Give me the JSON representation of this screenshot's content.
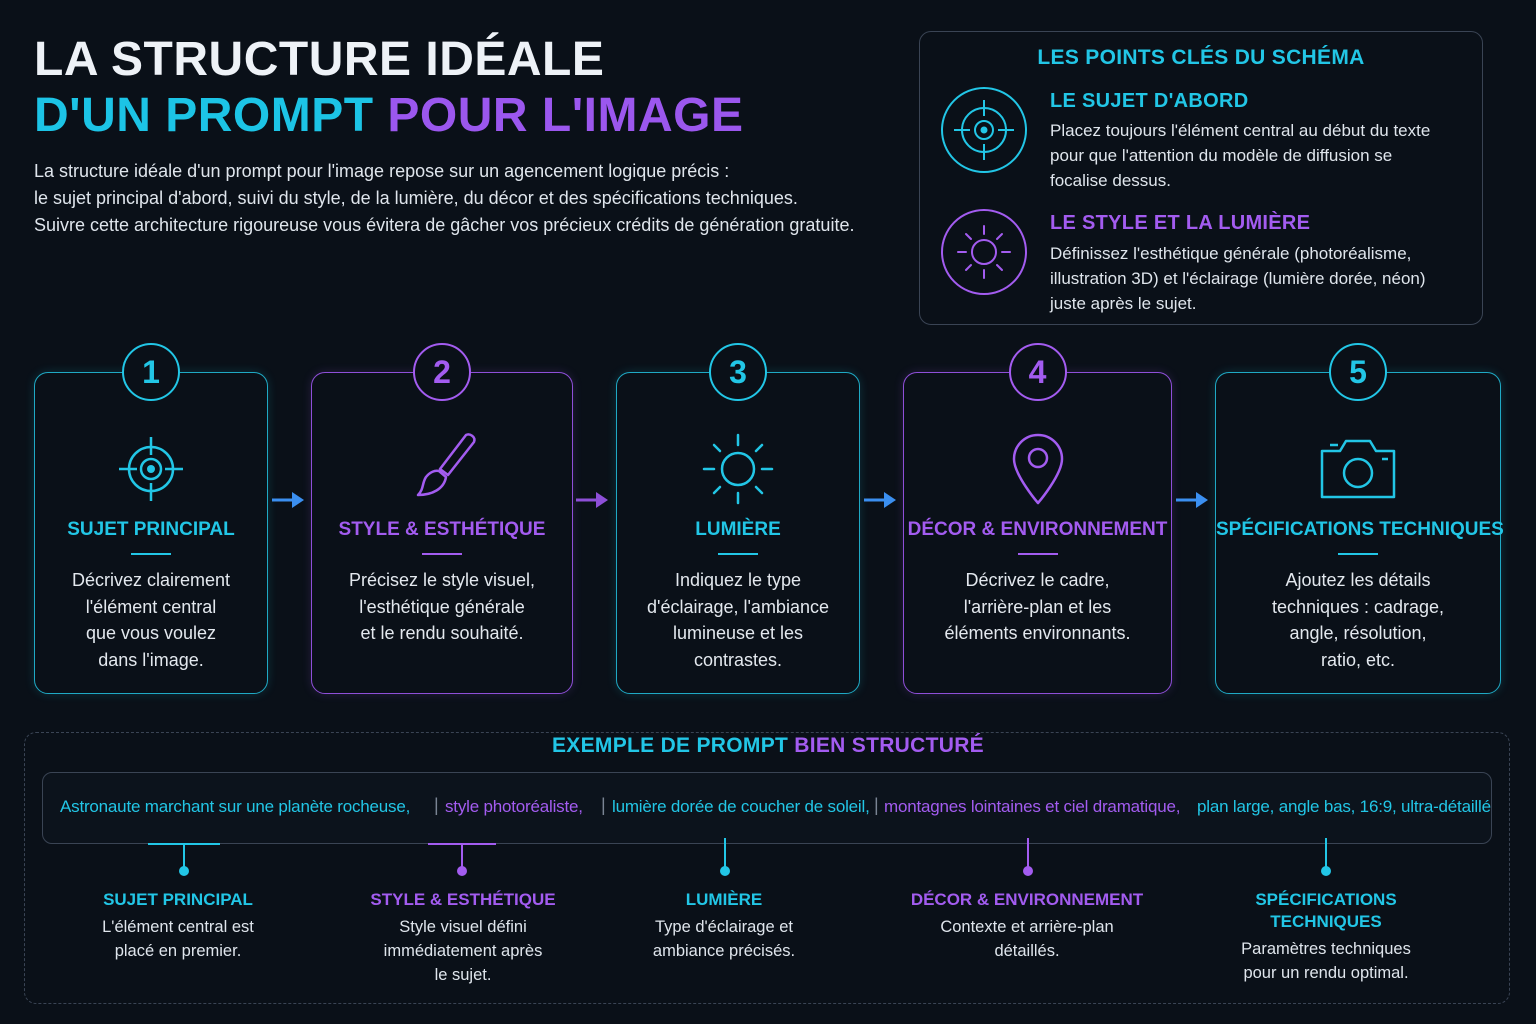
{
  "title": {
    "line1": "LA STRUCTURE IDÉALE",
    "line2a": "D'UN PROMPT",
    "line2b": " POUR L'IMAGE"
  },
  "intro": [
    "La structure idéale d'un prompt pour l'image repose sur un agencement logique précis :",
    "le sujet principal d'abord, suivi du style, de la lumière, du décor et des spécifications techniques.",
    "Suivre cette architecture rigoureuse vous évitera de gâcher vos précieux crédits de génération gratuite."
  ],
  "key_points": {
    "title": "LES POINTS CLÉS DU SCHÉMA",
    "items": [
      {
        "icon": "target-icon",
        "heading": "LE SUJET D'ABORD",
        "lines": [
          "Placez toujours l'élément central au début du texte",
          "pour que l'attention du modèle de diffusion se",
          "focalise dessus."
        ]
      },
      {
        "icon": "sun-icon",
        "heading": "LE STYLE ET LA LUMIÈRE",
        "lines": [
          "Définissez l'esthétique générale (photoréalisme,",
          "illustration 3D) et l'éclairage (lumière dorée, néon)",
          "juste après le sujet."
        ]
      }
    ]
  },
  "steps": [
    {
      "num": "1",
      "icon": "target-icon",
      "title": "SUJET PRINCIPAL",
      "lines": [
        "Décrivez clairement",
        "l'élément central",
        "que vous voulez",
        "dans l'image."
      ]
    },
    {
      "num": "2",
      "icon": "paintbrush-icon",
      "title": "STYLE & ESTHÉTIQUE",
      "lines": [
        "Précisez le style visuel,",
        "l'esthétique générale",
        "et le rendu souhaité."
      ]
    },
    {
      "num": "3",
      "icon": "sun-icon",
      "title": "LUMIÈRE",
      "lines": [
        "Indiquez le type",
        "d'éclairage, l'ambiance",
        "lumineuse et les",
        "contrastes."
      ]
    },
    {
      "num": "4",
      "icon": "location-pin-icon",
      "title": "DÉCOR & ENVIRONNEMENT",
      "lines": [
        "Décrivez le cadre,",
        "l'arrière-plan et les",
        "éléments environnants."
      ]
    },
    {
      "num": "5",
      "icon": "camera-icon",
      "title": "SPÉCIFICATIONS TECHNIQUES",
      "lines": [
        "Ajoutez les détails",
        "techniques : cadrage,",
        "angle, résolution,",
        "ratio, etc."
      ]
    }
  ],
  "example": {
    "title_a": "EXEMPLE DE PROMPT",
    "title_b": " BIEN STRUCTURÉ",
    "segments": [
      "Astronaute marchant sur une planète rocheuse,",
      "style photoréaliste,",
      "lumière dorée de coucher de soleil,",
      "montagnes lointaines et ciel dramatique,",
      "plan large, angle bas, 16:9, ultra-détaillé"
    ],
    "separator": "|",
    "labels": [
      {
        "heading": [
          "SUJET PRINCIPAL"
        ],
        "lines": [
          "L'élément central est",
          "placé en premier."
        ]
      },
      {
        "heading": [
          "STYLE & ESTHÉTIQUE"
        ],
        "lines": [
          "Style visuel défini",
          "immédiatement après",
          "le sujet."
        ]
      },
      {
        "heading": [
          "LUMIÈRE"
        ],
        "lines": [
          "Type d'éclairage et",
          "ambiance précisés."
        ]
      },
      {
        "heading": [
          "DÉCOR & ENVIRONNEMENT"
        ],
        "lines": [
          "Contexte et arrière-plan",
          "détaillés."
        ]
      },
      {
        "heading": [
          "SPÉCIFICATIONS",
          "TECHNIQUES"
        ],
        "lines": [
          "Paramètres techniques",
          "pour un rendu optimal."
        ]
      }
    ]
  },
  "colors": {
    "cyan": "#22c6e6",
    "violet": "#a35cf0",
    "blue": "#3b8ff0",
    "background": "#0a1018"
  }
}
